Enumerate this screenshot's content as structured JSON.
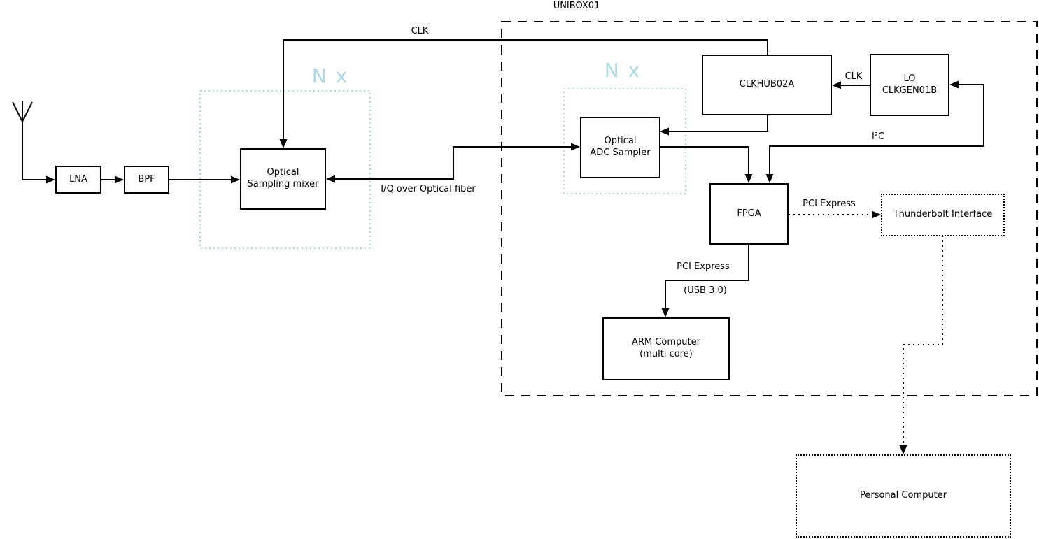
{
  "colors": {
    "background": "#ffffff",
    "line": "#000000",
    "text": "#000000",
    "accent": "#add8e6"
  },
  "groups": {
    "unibox": {
      "label": "UNIBOX01"
    },
    "nx_mixer": {
      "label": "N x"
    },
    "nx_adc": {
      "label": "N x"
    }
  },
  "nodes": {
    "lna": {
      "label": "LNA"
    },
    "bpf": {
      "label": "BPF"
    },
    "mixer": {
      "label": "Optical\nSampling mixer"
    },
    "adc": {
      "label": "Optical\nADC Sampler"
    },
    "clkhub": {
      "label": "CLKHUB02A"
    },
    "lo": {
      "label": "LO\nCLKGEN01B"
    },
    "fpga": {
      "label": "FPGA"
    },
    "arm": {
      "label": "ARM Computer\n(multi core)"
    },
    "thunderbolt": {
      "label": "Thunderbolt Interface"
    },
    "pc": {
      "label": "Personal Computer"
    }
  },
  "edge_labels": {
    "clk_top": "CLK",
    "clk_lo": "CLK",
    "i2c": "I²C",
    "iq_fiber": "I/Q over Optical fiber",
    "pcie_thunderbolt": "PCI Express",
    "pcie_arm": "PCI Express",
    "usb3": "(USB 3.0)"
  }
}
